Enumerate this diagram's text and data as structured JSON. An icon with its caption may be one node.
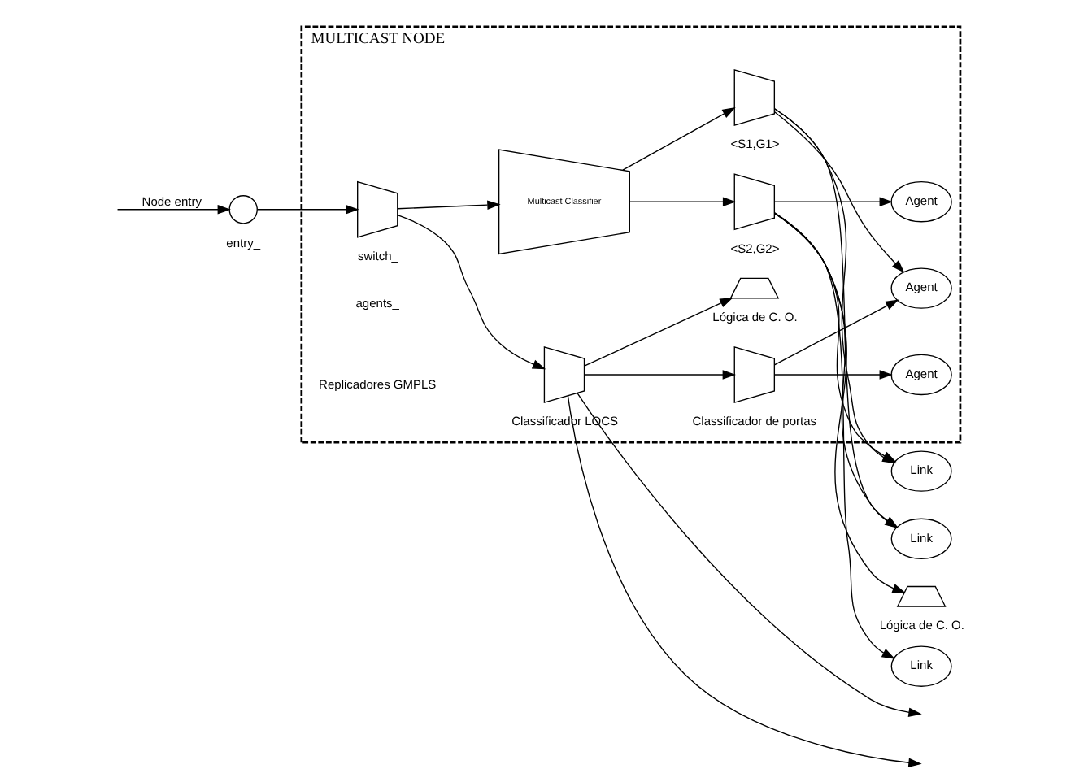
{
  "diagram": {
    "nodes": [
      {
        "text": [
          "MULTICAST NODE"
        ]
      },
      {
        "text": [],
        "shape": "circle",
        "beside": [
          "entry_"
        ]
      },
      {
        "text": [],
        "shape": "trapezoid",
        "beside": [
          "switch_"
        ],
        "in": 0
      },
      {
        "text": [],
        "shape": "trapezoid",
        "beside": [
          "Classificador LOCS"
        ],
        "in": 0
      },
      {
        "text": [],
        "shape": "trapezoid",
        "beside": [
          "Classificador de portas"
        ],
        "in": 0
      },
      {
        "text": [],
        "shape": "trapezoid",
        "beside": [
          "Lógica de C. O."
        ],
        "in": 0
      },
      {
        "text": [
          "Multicast Classifier"
        ],
        "in": 0
      },
      {
        "text": [],
        "shape": "trapezoid",
        "beside": [
          "<S1,G1>"
        ],
        "in": 0
      },
      {
        "text": [],
        "shape": "trapezoid",
        "beside": [
          "<S2,G2>"
        ],
        "in": 0
      },
      {
        "text": [],
        "shape": "trapezoid",
        "beside": [
          "Lógica de C. O."
        ]
      },
      {
        "text": [
          "Agent"
        ],
        "in": 0
      },
      {
        "text": [
          "Agent"
        ],
        "in": 0
      },
      {
        "text": [
          "Agent"
        ],
        "in": 0
      },
      {
        "text": [
          "Link"
        ]
      },
      {
        "text": [
          "Link"
        ]
      },
      {
        "text": [
          "Link"
        ]
      }
    ],
    "edges": [
      {
        "from": null,
        "to": 1,
        "arrow": "to",
        "label": "Node entry"
      },
      {
        "from": 1,
        "to": 2,
        "arrow": "to"
      },
      {
        "from": 2,
        "to": 3,
        "arrow": "to"
      },
      {
        "from": 2,
        "to": 6,
        "arrow": "to"
      },
      {
        "from": 3,
        "to": 4,
        "arrow": "to"
      },
      {
        "from": 3,
        "to": 5,
        "arrow": "to"
      },
      {
        "from": 3,
        "to": null,
        "arrow": "to"
      },
      {
        "from": 3,
        "to": null,
        "arrow": "to"
      },
      {
        "from": 4,
        "to": 10,
        "arrow": "to"
      },
      {
        "from": 4,
        "to": 11,
        "arrow": "to"
      },
      {
        "from": 6,
        "to": 7,
        "arrow": "to"
      },
      {
        "from": 6,
        "to": 8,
        "arrow": "to"
      },
      {
        "from": 7,
        "to": 11,
        "arrow": "to"
      },
      {
        "from": 7,
        "to": 14,
        "arrow": "to"
      },
      {
        "from": 7,
        "to": 15,
        "arrow": "to"
      },
      {
        "from": 8,
        "to": 12,
        "arrow": "to"
      },
      {
        "from": 8,
        "to": 9,
        "arrow": "to"
      },
      {
        "from": 8,
        "to": 13,
        "arrow": "to"
      },
      {
        "from": 8,
        "to": 14,
        "arrow": "to"
      },
      {
        "from": 8,
        "to": 15,
        "arrow": "to"
      }
    ],
    "labels": [
      "agents_",
      "Replicadores GMPLS"
    ]
  }
}
